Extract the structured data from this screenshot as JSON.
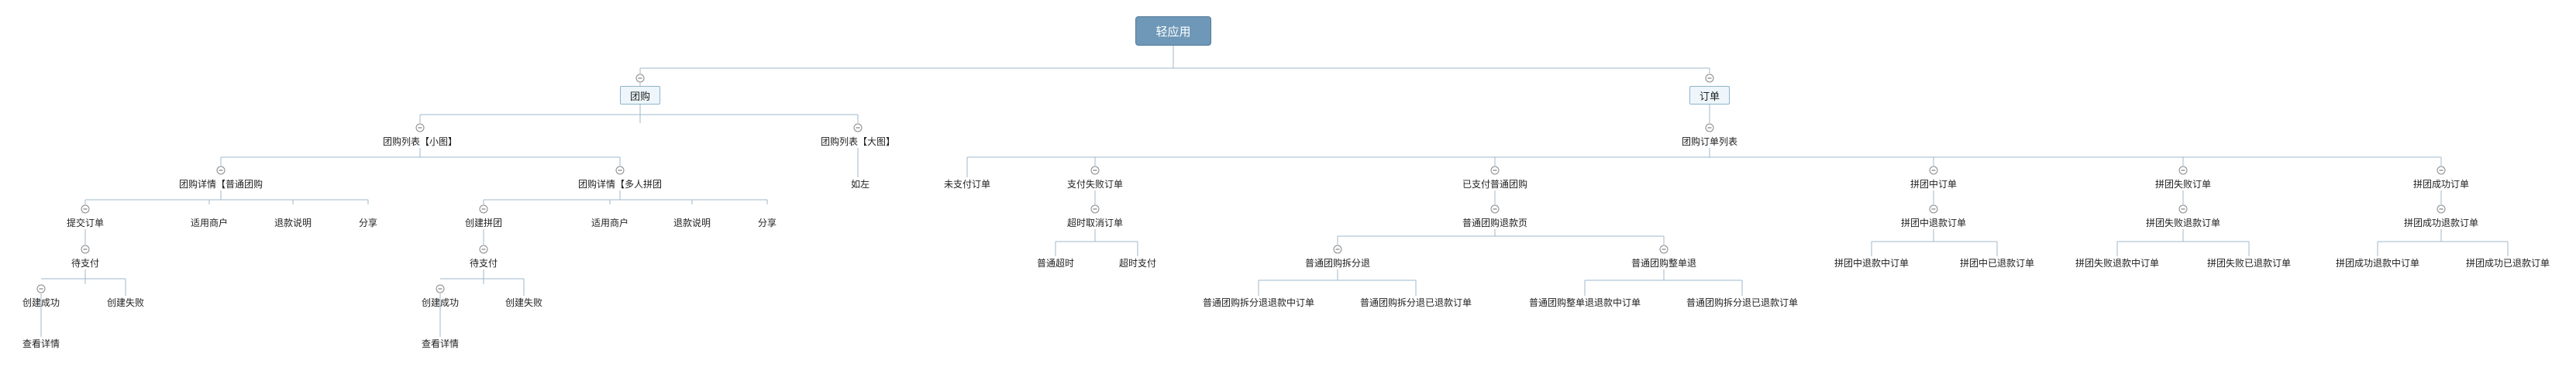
{
  "root": "轻应用",
  "groupbuy": {
    "label": "团购",
    "list_small": {
      "label": "团购列表【小图】",
      "normal": {
        "label": "团购详情【普通团购",
        "submit": "提交订单",
        "pending": "待支付",
        "success": "创建成功",
        "fail": "创建失败",
        "view": "查看详情",
        "merchant": "适用商户",
        "refund": "退款说明",
        "share": "分享"
      },
      "multi": {
        "label": "团购详情【多人拼团",
        "create": "创建拼团",
        "pending": "待支付",
        "success": "创建成功",
        "fail": "创建失败",
        "view": "查看详情",
        "merchant": "适用商户",
        "refund": "退款说明",
        "share": "分享"
      }
    },
    "list_large": {
      "label": "团购列表【大图】",
      "same": "如左"
    }
  },
  "orders": {
    "label": "订单",
    "list": {
      "label": "团购订单列表",
      "unpaid": "未支付订单",
      "payfail": {
        "label": "支付失败订单",
        "timeout": "超时取消订单",
        "normal_timeout": "普通超时",
        "timeout_pay": "超时支付"
      },
      "paid": {
        "label": "已支付普通团购",
        "refund_page": "普通团购退款页",
        "split": {
          "label": "普通团购拆分退",
          "ing": "普通团购拆分退退款中订单",
          "done": "普通团购拆分退已退款订单"
        },
        "whole": {
          "label": "普通团购整单退",
          "ing": "普通团购整单退退款中订单",
          "done": "普通团购拆分退已退款订单"
        }
      },
      "in_group": {
        "label": "拼团中订单",
        "refund": "拼团中退款订单",
        "ing": "拼团中退款中订单",
        "done": "拼团中已退款订单"
      },
      "group_fail": {
        "label": "拼团失败订单",
        "refund": "拼团失败退款订单",
        "ing": "拼团失败退款中订单",
        "done": "拼团失败已退款订单"
      },
      "group_ok": {
        "label": "拼团成功订单",
        "refund": "拼团成功退款订单",
        "ing": "拼团成功退款中订单",
        "done": "拼团成功已退款订单"
      }
    }
  }
}
